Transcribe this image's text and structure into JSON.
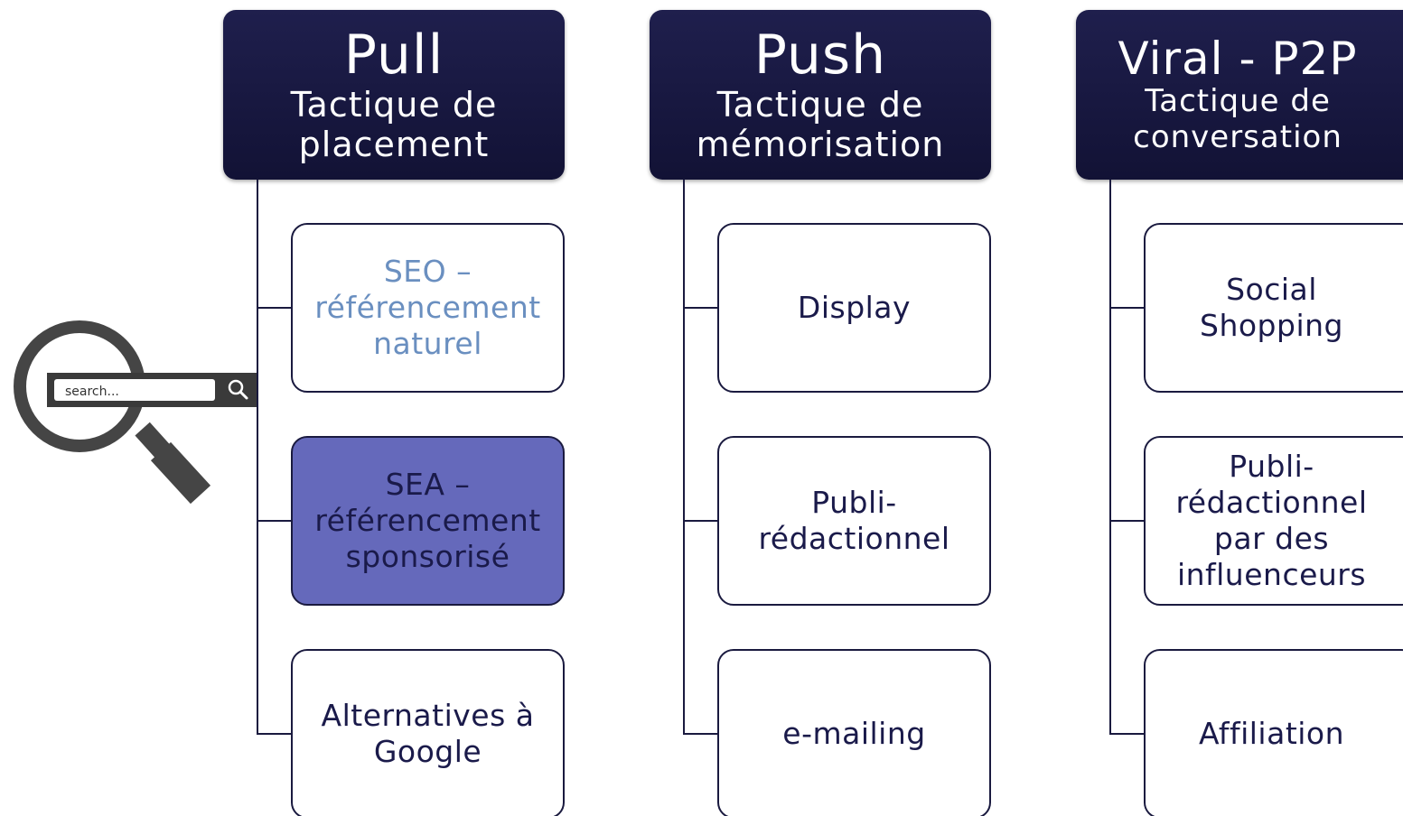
{
  "colors": {
    "header_bg": "#1a1a44",
    "header_text": "#ffffff",
    "item_border": "#1a1a3f",
    "item_text": "#1a1a4a",
    "seo_text": "#6a8fc0",
    "sea_fill": "#6569bb"
  },
  "columns": [
    {
      "title": "Pull",
      "subtitle": "Tactique de placement",
      "items": [
        {
          "label": "SEO – référencement naturel"
        },
        {
          "label": "SEA – référencement sponsorisé"
        },
        {
          "label": "Alternatives à Google"
        }
      ]
    },
    {
      "title": "Push",
      "subtitle": "Tactique de mémorisation",
      "items": [
        {
          "label": "Display"
        },
        {
          "label": "Publi-rédactionnel"
        },
        {
          "label": "e-mailing"
        }
      ]
    },
    {
      "title": "Viral - P2P",
      "subtitle": "Tactique de conversation",
      "items": [
        {
          "label": "Social Shopping"
        },
        {
          "label": "Publi-rédactionnel par des influenceurs"
        },
        {
          "label": "Affiliation"
        }
      ]
    }
  ],
  "search_widget": {
    "placeholder": "search...",
    "icon": "magnifier-icon"
  }
}
